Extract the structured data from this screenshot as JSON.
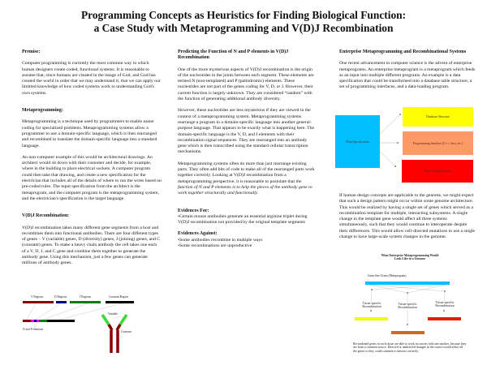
{
  "poster": {
    "title_line1": "Programming Concepts as Heuristics for Finding Biological Function:",
    "title_line2": "a Case Study with Metaprogramming and V(D)J Recombination"
  },
  "column1": {
    "premise_heading": "Premise:",
    "premise_text": "Computer programming is currently the most common way in which human designers create coded, functional systems. It is reasonable to assume that, since humans are created in the image of God, and God has created the world in order that we may understand it, that we can apply our limitted knowledge of how coded systems work to understanding God's own systems.",
    "meta_heading": "Metaprogramming:",
    "meta_text1": "Metaprogramming is a technique used by programmers to enable easier coding for specialized problems. Metaprogramming systems allow a programmer to use a domain-specific language, which is then rearranged and recombined to translate the domain-specific language into a standard language.",
    "meta_text2": "An non-computer example of this would be architectural drawings.  An architect would sit down with their customer and decide, for example, where in the building to place electrical sockets.  A computer program could then take that drawing, and create a new specification for the electrician that includes all of the details of where to run the wires based on pre-coded rules.  The input specification from the architect is the metaprogram, and the computer program is the metaprogramming system, and the electrician's specification is the target language.",
    "vdj_heading": "V(D)J Recombination:",
    "vdj_text": "V(D)J recombination takes many different gene segments from a host and recombines them into functional antibodies. There are four different types of genes – V (variable) genes, D (diversity) genes, J (joining) genes, and C (constant) genes. To make a heavy chain antibody the cell takes one each of a V, D,  J, and C gene and combine them together to generate the antibody gene.  Using this mechanism, just a few genes can generate millions of antibody genes."
  },
  "gene_diagram": {
    "labels": {
      "v_regions": "V Regions",
      "d_regions": "D Regions",
      "j_regions": "J Regions",
      "constant_region": "Constant Region",
      "n_p_elements": "N and P elements",
      "variable": "Variable",
      "constant": "Constant"
    },
    "colors": {
      "v": "#8b0000",
      "d": "#00008b",
      "j": "#008000",
      "c": "#000000",
      "np": "#ff00ff",
      "arm": "#33dd33"
    }
  },
  "column2": {
    "heading": "Predicting the Function of N and P elements in V(D)J Recombination",
    "text1": "One of the more mysterious aspects of V(D)J recombination is the origin of the nucleotides in the joints between each segment. These elements are termed N (non-templated) and P (palindromic) elements.  These nucleotides are not part of the genes coding for V, D, or J.  However, their current function is largely unknown. They are considered “random” with the function of generating additional antibody diversity.",
    "text2": "However, these nucleotides are less mysterious if they are viewed in the context of a metaprogramming system.  Metaprogramming systems rearrange a program in a domain-specific language into another general-purpose language.  That appears to be exactly what is happening here.  The domain-specific language is the V, D, and J elements with their recombination signal sequences. They are rearranged into an antibody gene which is then transcribed using the standard cellular transcription mechanisms.",
    "text3_plain": "Metaprogramming systems often do more than just rearrange existing parts. They often add bits of code to make all of the rearranged parts work together correctly.  Looking at V(D)J recombination from a metaprogramming perspective, it is reasonable to postulate that ",
    "text3_italic": "the function of N and P elements is to help the pieces of the antibody gene to work together structurally and functionally.",
    "evidence_for_heading": "Evidences For:",
    "evidence_for": [
      "Certain mouse antibodies generate an essential arginine triplet during V(D)J recombination not provided by the original template segments"
    ],
    "evidence_against_heading": "Evidences Against:",
    "evidence_against": [
      "Some antibodies recombine in multiple ways",
      "Some recombinations are unproductive"
    ]
  },
  "column3": {
    "heading": "Enterprise Metaprogramming and Recombinational Systems",
    "text1": "One recent advancement in computer science is the advent of enterprise metaprograms.  An enterprise metaprogram is a metaprogram which feeds as an input into multiple different programs.  An example is a data specification that could be transformed into a database table structure, a set of programming interfaces, and a data-loading program.",
    "text2": "If human design concepts are applicable to the genome, we might expect that such a design pattern might occur within some genome architecture.  This would be realized  by having a single set of genes which served as a recombination template for multiple, interacting subsystems.  A single change in the template gene would affect all three systems simultaneously, such that they would continue to interoperate despite their differences.  This would allow cell-directed mutations to use a single change to have large-scale system changes in the genome."
  },
  "enterprise_diagram": {
    "source": "Data Specification",
    "targets": [
      {
        "label": "Database Structure",
        "color": "#ffff00"
      },
      {
        "label": "Programming Interface (C++, Java, etc.)",
        "color": "#ff9966"
      },
      {
        "label": "Data-loading Program",
        "color": "#ff0000"
      }
    ],
    "source_color": "#00bfff"
  },
  "genome_diagram": {
    "title_line1": "What Enterprise Metaprogramming Would",
    "title_line2": "Look Like in a Genome",
    "germline_label": "Germ-line Genes (Metaprogram)",
    "germline_color": "#00bfff",
    "recomb_label_line1": "Tissue-specific",
    "recomb_label_line2": "Recombination",
    "products": [
      {
        "color": "#eeff00"
      },
      {
        "color": "#d2691e"
      },
      {
        "color": "#dd2200"
      }
    ],
    "caption": "Recombined genes in each tissue are able to work in concert with one another, because they are from a common source.  Directed or undirected changes in the source would affect all the genes so they could continue to interact correctly."
  }
}
